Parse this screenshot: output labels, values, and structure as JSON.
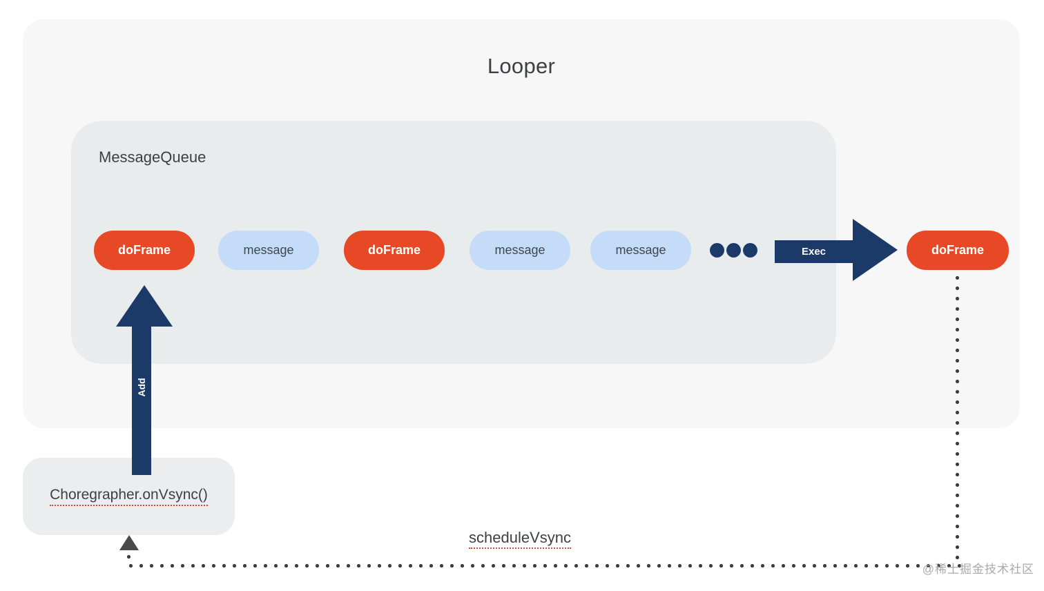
{
  "diagram": {
    "title": "Looper",
    "message_queue": {
      "label": "MessageQueue",
      "items": [
        {
          "label": "doFrame",
          "type": "doframe"
        },
        {
          "label": "message",
          "type": "message"
        },
        {
          "label": "doFrame",
          "type": "doframe"
        },
        {
          "label": "message",
          "type": "message"
        },
        {
          "label": "message",
          "type": "message"
        }
      ],
      "ellipsis_icon": "more-items-dots"
    },
    "exec_arrow_label": "Exec",
    "executed_item_label": "doFrame",
    "add_arrow_label": "Add",
    "choreographer_label": "Choregrapher.onVsync()",
    "schedule_vsync_label": "scheduleVsync",
    "watermark": "@稀土掘金技术社区"
  },
  "colors": {
    "orange": "#E74927",
    "light_blue": "#C5DCF8",
    "navy": "#1B3A68",
    "looper_bg": "#F7F7F8",
    "queue_bg": "#E9ECED",
    "box_bg": "#ECEDEE",
    "text_dark": "#3C4043",
    "dot_gray": "#3D3D3D",
    "underline_red": "#E0442E",
    "watermark_gray": "#A9A9A9"
  }
}
